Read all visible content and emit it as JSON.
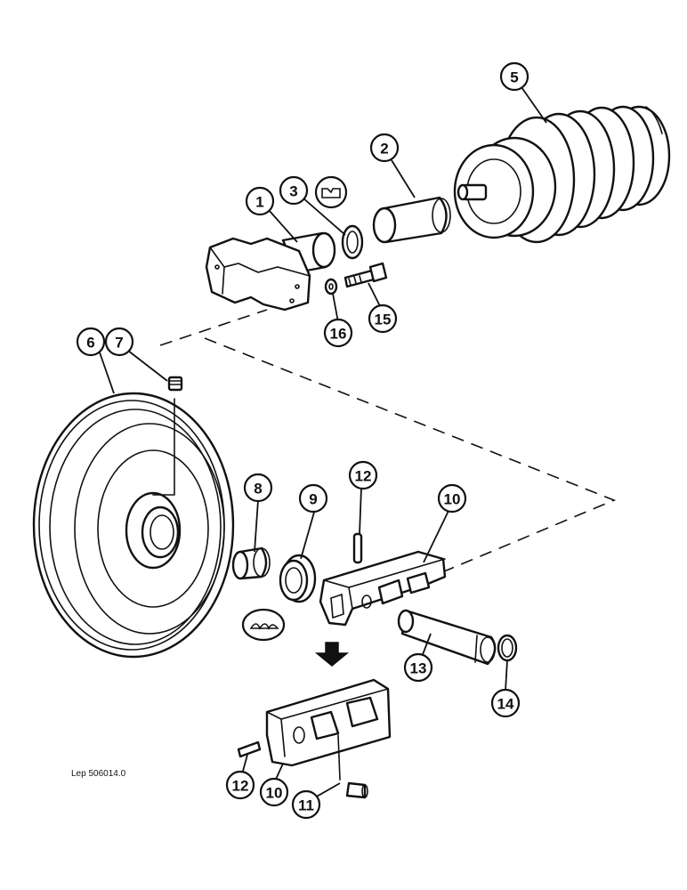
{
  "diagram": {
    "reference_code": "Lep 506014.0",
    "callouts": [
      {
        "id": "c1",
        "label": "1"
      },
      {
        "id": "c2",
        "label": "2"
      },
      {
        "id": "c3",
        "label": "3"
      },
      {
        "id": "c5",
        "label": "5"
      },
      {
        "id": "c6",
        "label": "6"
      },
      {
        "id": "c7",
        "label": "7"
      },
      {
        "id": "c8",
        "label": "8"
      },
      {
        "id": "c9",
        "label": "9"
      },
      {
        "id": "c10a",
        "label": "10"
      },
      {
        "id": "c12a",
        "label": "12"
      },
      {
        "id": "c13",
        "label": "13"
      },
      {
        "id": "c14",
        "label": "14"
      },
      {
        "id": "c15",
        "label": "15"
      },
      {
        "id": "c16",
        "label": "16"
      },
      {
        "id": "c12b",
        "label": "12"
      },
      {
        "id": "c10b",
        "label": "10"
      },
      {
        "id": "c11",
        "label": "11"
      }
    ],
    "symbols": [
      {
        "name": "sealant-symbol"
      },
      {
        "name": "grease-symbol"
      },
      {
        "name": "alternative-arrow-icon"
      }
    ]
  }
}
